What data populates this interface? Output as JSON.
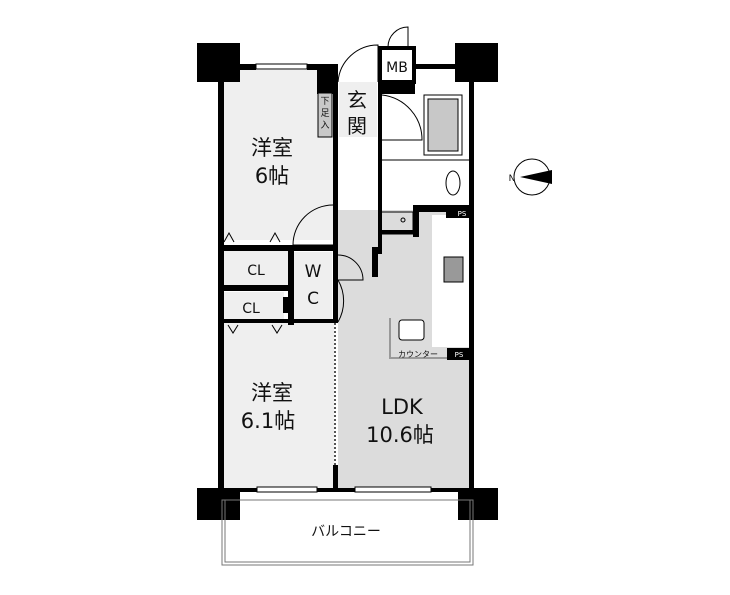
{
  "rooms": {
    "western_room_1": {
      "name": "洋室",
      "size": "6帖"
    },
    "western_room_2": {
      "name": "洋室",
      "size": "6.1帖"
    },
    "ldk": {
      "name": "LDK",
      "size": "10.6帖"
    },
    "entrance": {
      "name_top": "玄",
      "name_bottom": "関"
    },
    "shoe_storage": {
      "c1": "下",
      "c2": "足",
      "c3": "入"
    },
    "meter_box": "MB",
    "wc": {
      "top": "W",
      "bottom": "C"
    },
    "closet_1": "CL",
    "closet_2": "CL",
    "pipe_space_1": "PS",
    "pipe_space_2": "PS",
    "counter": "カウンター",
    "balcony": "バルコニー"
  },
  "compass": {
    "label": "N"
  },
  "colors": {
    "wall": "#000000",
    "room_light": "#efefef",
    "ldk": "#dcdcdc",
    "fixture": "#c8c8c8"
  }
}
